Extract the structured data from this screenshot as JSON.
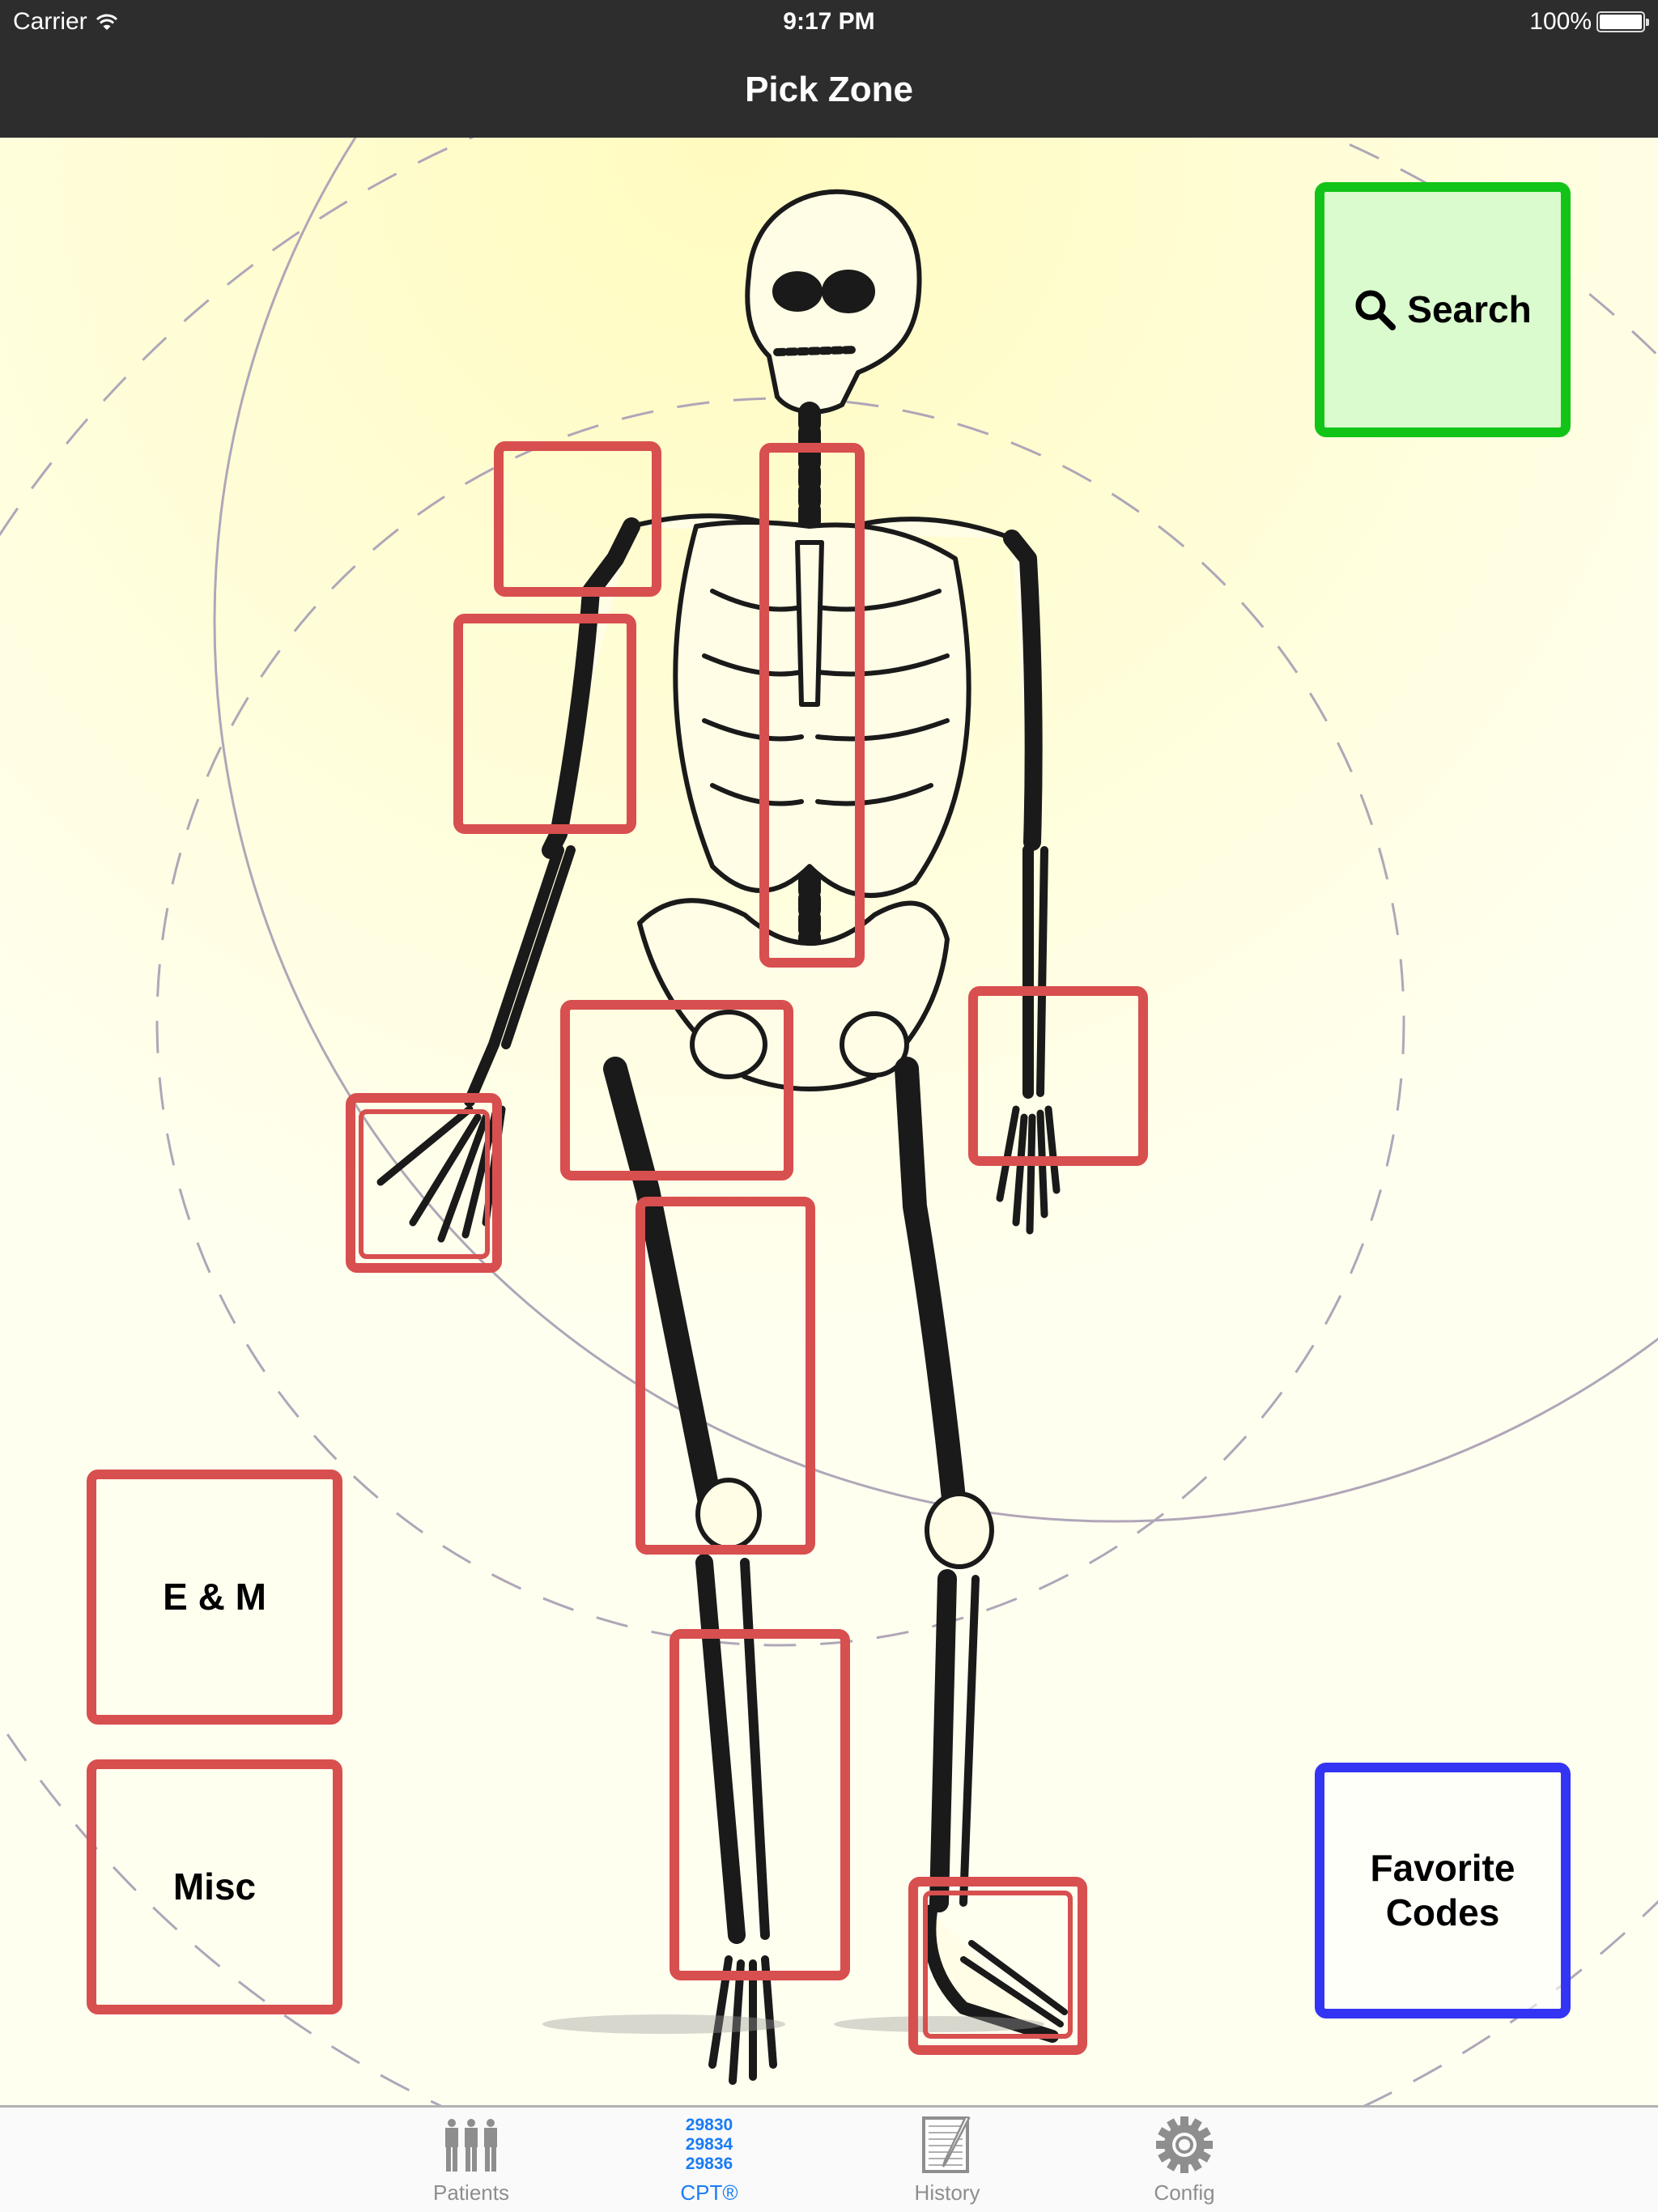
{
  "status_bar": {
    "carrier": "Carrier",
    "time": "9:17 PM",
    "battery_percent": "100%"
  },
  "nav": {
    "title": "Pick Zone"
  },
  "buttons": {
    "search_label": "Search",
    "em_label": "E & M",
    "misc_label": "Misc",
    "favorites_line1": "Favorite",
    "favorites_line2": "Codes"
  },
  "zones": [
    {
      "name": "shoulder",
      "color": "#d84f4f"
    },
    {
      "name": "spine",
      "color": "#d84f4f"
    },
    {
      "name": "elbow",
      "color": "#d84f4f"
    },
    {
      "name": "hip-pelvis",
      "color": "#d84f4f"
    },
    {
      "name": "wrist-forearm",
      "color": "#d84f4f"
    },
    {
      "name": "hand",
      "color": "#d84f4f"
    },
    {
      "name": "thigh-knee",
      "color": "#d84f4f"
    },
    {
      "name": "lower-leg-ankle",
      "color": "#d84f4f"
    },
    {
      "name": "foot",
      "color": "#d84f4f"
    }
  ],
  "colors": {
    "zone_border": "#d84f4f",
    "search_border": "#12c418",
    "search_fill": "#d9fbcd",
    "favorites_border": "#3434f5",
    "tab_active": "#1a7cf5",
    "tab_inactive": "#8e8e8e",
    "bar_background": "#2d2d2d"
  },
  "tab_bar": {
    "tabs": [
      {
        "label": "Patients",
        "icon": "people-icon",
        "active": false
      },
      {
        "label": "CPT®",
        "icon": "cpt-codes-icon",
        "active": true,
        "icon_lines": [
          "29830",
          "29834",
          "29836"
        ]
      },
      {
        "label": "History",
        "icon": "notepad-pencil-icon",
        "active": false
      },
      {
        "label": "Config",
        "icon": "gear-icon",
        "active": false
      }
    ]
  }
}
